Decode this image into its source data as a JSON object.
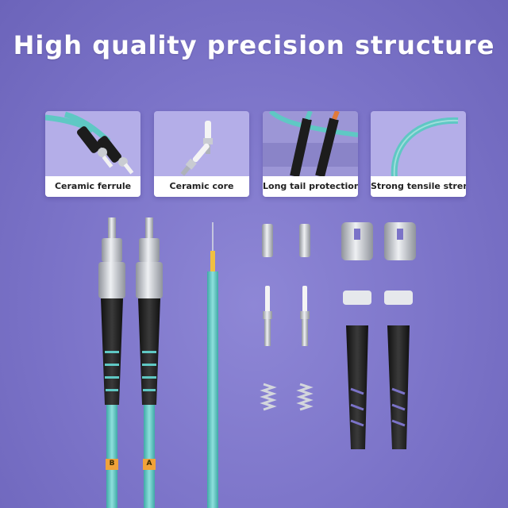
{
  "headline": "High quality precision structure",
  "features": [
    {
      "label": "Ceramic ferrule",
      "icon": "ceramic-ferrule-connector-icon"
    },
    {
      "label": "Ceramic core",
      "icon": "ceramic-core-pin-icon"
    },
    {
      "label": "Long tail protection",
      "icon": "tail-boot-icon"
    },
    {
      "label": "Strong tensile strength",
      "icon": "bent-cable-icon"
    }
  ],
  "cable_tags": [
    "B",
    "A"
  ],
  "colors": {
    "background": "#7b73c8",
    "cable": "#5fc8c4",
    "boot": "#1c1c1c",
    "metal": "#c9ccd2"
  }
}
